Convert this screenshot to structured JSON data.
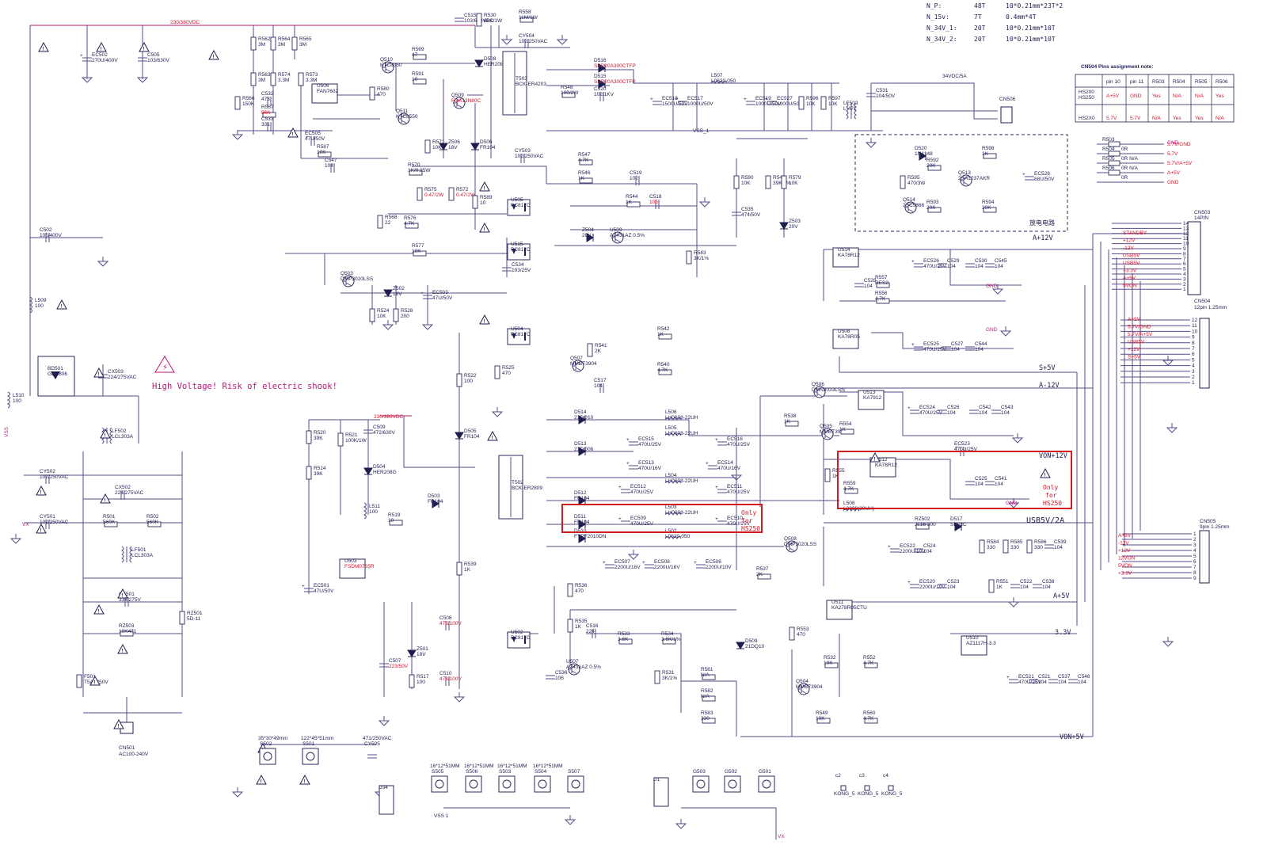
{
  "transformer_specs": [
    {
      "name": "N_P:",
      "turns": "48T",
      "wire": "10*0.21mm*23T*2"
    },
    {
      "name": "N_15v:",
      "turns": "7T",
      "wire": "0.4mm*4T"
    },
    {
      "name": "N_34V_1:",
      "turns": "20T",
      "wire": "10*0.21mm*10T"
    },
    {
      "name": "N_34V_2:",
      "turns": "20T",
      "wire": "10*0.21mm*10T"
    }
  ],
  "pin_note": {
    "title": "CN504 Pins assignment note:",
    "headers": [
      "",
      "pin 10",
      "pin 11",
      "R503",
      "R504",
      "R505",
      "R506"
    ],
    "rows": [
      [
        "HS200\nHS250",
        "A+5V",
        "GND",
        "Yes",
        "N/A",
        "N/A",
        "Yes"
      ],
      [
        "HS2X0",
        "5.7V",
        "5.7V",
        "N/A",
        "Yes",
        "Yes",
        "N/A"
      ]
    ]
  },
  "warning": "High Voltage! Risk of electric shook!",
  "red_notes": [
    "Only\nfor\nHS250",
    "Only\nfor\nHS250"
  ],
  "rails": {
    "hv": "230/380VDC",
    "hv2": "230/380VDC",
    "out34": "34VDC/5A",
    "a12": "A+12V",
    "s5": "S+5V",
    "am12": "A-12V",
    "von12": "VON+12V",
    "usb": "USB5V/2A",
    "a5": "A+5V",
    "v33": "3.3V",
    "von5": "VON+5V",
    "vss": "VSS_1",
    "discharge": "放电电路"
  },
  "connectors": {
    "cn503": {
      "name": "CN503",
      "sub": "14PIN",
      "pins": [
        "14",
        "13",
        "12",
        "11",
        "10",
        "9",
        "8",
        "7",
        "6",
        "5",
        "4",
        "3",
        "2",
        "1"
      ],
      "signals": [
        "STANDBY",
        "+12V",
        "-12V",
        "USB5V",
        "USB5V",
        "+3.3V",
        "A+5V",
        "5VON"
      ]
    },
    "cn504": {
      "name": "CN504",
      "sub": "12pin 1.25mm",
      "pins": [
        "12",
        "11",
        "10",
        "9",
        "8",
        "7",
        "6",
        "5",
        "4",
        "3",
        "2",
        "1"
      ],
      "signals": [
        "A+5V",
        "5.7V/GND",
        "5.7V/A+5V",
        "USB5V",
        "+12V",
        "S+5V"
      ]
    },
    "cn505": {
      "name": "CN505",
      "sub": "9pin 1.25mm",
      "pins": [
        "1",
        "2",
        "3",
        "4",
        "5",
        "6",
        "7",
        "8",
        "9"
      ],
      "signals": [
        "A+5V",
        "-12V",
        "+12V",
        "12VON",
        "5VON",
        "+3.3V"
      ]
    },
    "cn506": {
      "name": "CN506"
    },
    "cn501": {
      "name": "CN501",
      "sub": "AC100-240V"
    }
  },
  "option_resistors": [
    {
      "ref": "R503",
      "val": "0R",
      "net": "5.7V/GND"
    },
    {
      "ref": "R504",
      "val": "0R N/A",
      "net": "5.7V"
    },
    {
      "ref": "R505",
      "val": "0R N/A",
      "net": "5.7V/A+5V"
    },
    {
      "ref": "R506",
      "val": "0R",
      "net": "A+5V"
    },
    {
      "ref": "",
      "val": "",
      "net": "GND"
    }
  ],
  "components": [
    {
      "ref": "EC502",
      "val": "270U/400V"
    },
    {
      "ref": "C505",
      "val": "103/630V"
    },
    {
      "ref": "R562",
      "val": "3M"
    },
    {
      "ref": "R564",
      "val": "3M"
    },
    {
      "ref": "R565",
      "val": "3M"
    },
    {
      "ref": "R563",
      "val": "3M"
    },
    {
      "ref": "R574",
      "val": "3.3M"
    },
    {
      "ref": "R573",
      "val": "3.3M"
    },
    {
      "ref": "R566",
      "val": "150K"
    },
    {
      "ref": "U506",
      "val": "FAN7602"
    },
    {
      "ref": "R580",
      "val": "470"
    },
    {
      "ref": "Q510",
      "val": "KTC8050"
    },
    {
      "ref": "R569",
      "val": "47"
    },
    {
      "ref": "R591",
      "val": "10"
    },
    {
      "ref": "Q511",
      "val": "KTC8550"
    },
    {
      "ref": "C515",
      "val": "103/630VDC"
    },
    {
      "ref": "R530",
      "val": "68K/1W"
    },
    {
      "ref": "R558",
      "val": "11M/1W"
    },
    {
      "ref": "CY504",
      "val": "102/250VAC"
    },
    {
      "ref": "D508",
      "val": "HER208G"
    },
    {
      "ref": "Q509",
      "val": "FQA13N80C"
    },
    {
      "ref": "T503",
      "val": "BCK-ER4203"
    },
    {
      "ref": "D516",
      "val": "SBR20A300CTFP"
    },
    {
      "ref": "D515",
      "val": "SBR20A300CTFP"
    },
    {
      "ref": "R548",
      "val": "100/2W"
    },
    {
      "ref": "C520",
      "val": "102/1KV"
    },
    {
      "ref": "EC518",
      "val": "1500U/50V"
    },
    {
      "ref": "EC517",
      "val": "1000U/50V"
    },
    {
      "ref": "L507",
      "val": "L0620-050"
    },
    {
      "ref": "EC519",
      "val": "1000U/50V"
    },
    {
      "ref": "EC527",
      "val": "1000U/50V"
    },
    {
      "ref": "R596",
      "val": "10K"
    },
    {
      "ref": "R597",
      "val": "10K"
    },
    {
      "ref": "LF503",
      "val": "L-471"
    },
    {
      "ref": "C531",
      "val": "104/50V"
    },
    {
      "ref": "C532",
      "val": "473"
    },
    {
      "ref": "R567",
      "val": "56K"
    },
    {
      "ref": "C533",
      "val": "331"
    },
    {
      "ref": "EC505",
      "val": "47U/50V"
    },
    {
      "ref": "R587",
      "val": "10K"
    },
    {
      "ref": "C547",
      "val": "104"
    },
    {
      "ref": "R571",
      "val": "10K"
    },
    {
      "ref": "Z506",
      "val": "18V"
    },
    {
      "ref": "R570",
      "val": "1K/0.25W"
    },
    {
      "ref": "R575",
      "val": "0.47/2W"
    },
    {
      "ref": "R572",
      "val": "0.47/2W"
    },
    {
      "ref": "D506",
      "val": "FR104"
    },
    {
      "ref": "CY503",
      "val": "102/250VAC"
    },
    {
      "ref": "R547",
      "val": "4.7K"
    },
    {
      "ref": "R546",
      "val": "1K"
    },
    {
      "ref": "C519",
      "val": "102"
    },
    {
      "ref": "R544",
      "val": "1K"
    },
    {
      "ref": "C518",
      "val": "105"
    },
    {
      "ref": "U505",
      "val": "PC817C"
    },
    {
      "ref": "R589",
      "val": "10"
    },
    {
      "ref": "R576",
      "val": "4.7K"
    },
    {
      "ref": "Z504",
      "val": "20V"
    },
    {
      "ref": "U509",
      "val": "AZ431AZ 0.5%"
    },
    {
      "ref": "R543",
      "val": "3K/1%"
    },
    {
      "ref": "R590",
      "val": "10K"
    },
    {
      "ref": "R545",
      "val": "39K/1%"
    },
    {
      "ref": "R579",
      "val": "10K"
    },
    {
      "ref": "C535",
      "val": "474/50V"
    },
    {
      "ref": "Z503",
      "val": "20V"
    },
    {
      "ref": "D520",
      "val": "1N4148"
    },
    {
      "ref": "R598",
      "val": "1K"
    },
    {
      "ref": "R592",
      "val": "20K"
    },
    {
      "ref": "R595",
      "val": "470/3W"
    },
    {
      "ref": "Q513",
      "val": "2SA1037AKR"
    },
    {
      "ref": "EC528",
      "val": "68U/50V"
    },
    {
      "ref": "Q514",
      "val": "2SC5866"
    },
    {
      "ref": "R593",
      "val": "20K"
    },
    {
      "ref": "R594",
      "val": "20K"
    },
    {
      "ref": "C502",
      "val": "105/400V"
    },
    {
      "ref": "R568",
      "val": "22"
    },
    {
      "ref": "U515",
      "val": "PC817C"
    },
    {
      "ref": "R577",
      "val": "10K"
    },
    {
      "ref": "C534",
      "val": "103/25V"
    },
    {
      "ref": "U514",
      "val": "KA78R12"
    },
    {
      "ref": "Q503",
      "val": "DMP3020LSS"
    },
    {
      "ref": "Z502",
      "val": "18V"
    },
    {
      "ref": "EC503",
      "val": "47U/50V"
    },
    {
      "ref": "R524",
      "val": "10K"
    },
    {
      "ref": "R526",
      "val": "200"
    },
    {
      "ref": "C528",
      "val": "104"
    },
    {
      "ref": "R557",
      "val": "RES2"
    },
    {
      "ref": "EC526",
      "val": "470U/25V"
    },
    {
      "ref": "C529",
      "val": "104"
    },
    {
      "ref": "C530",
      "val": "104"
    },
    {
      "ref": "C545",
      "val": "104"
    },
    {
      "ref": "R556",
      "val": "4.7K"
    },
    {
      "ref": "L509",
      "val": "100"
    },
    {
      "ref": "U504",
      "val": "PC817C"
    },
    {
      "ref": "R542",
      "val": "1K"
    },
    {
      "ref": "R541",
      "val": "2K"
    },
    {
      "ref": "U508",
      "val": "KA78R05"
    },
    {
      "ref": "EC525",
      "val": "470U/25V"
    },
    {
      "ref": "C527",
      "val": "104"
    },
    {
      "ref": "C544",
      "val": "104"
    },
    {
      "ref": "R540",
      "val": "4.7K"
    },
    {
      "ref": "Q507",
      "val": "MMBT3904"
    },
    {
      "ref": "C517",
      "val": "104"
    },
    {
      "ref": "R525",
      "val": "470"
    },
    {
      "ref": "BD501",
      "val": "GBU806"
    },
    {
      "ref": "CX503",
      "val": "224/275VAC"
    },
    {
      "ref": "L510",
      "val": "100"
    },
    {
      "ref": "R522",
      "val": "100"
    },
    {
      "ref": "Q506",
      "val": "DMN3033LSN"
    },
    {
      "ref": "R538",
      "val": "1K"
    },
    {
      "ref": "Q505",
      "val": "MMBT3906"
    },
    {
      "ref": "R554",
      "val": "1K"
    },
    {
      "ref": "U513",
      "val": "KA7912"
    },
    {
      "ref": "EC524",
      "val": "470U/25V"
    },
    {
      "ref": "C526",
      "val": "104"
    },
    {
      "ref": "C542",
      "val": "104"
    },
    {
      "ref": "C543",
      "val": "104"
    },
    {
      "ref": "LF502",
      "val": "LCL303A"
    },
    {
      "ref": "R520",
      "val": "39K"
    },
    {
      "ref": "R521",
      "val": "100K/1W"
    },
    {
      "ref": "C509",
      "val": "472/630V"
    },
    {
      "ref": "D514",
      "val": "21DQ10"
    },
    {
      "ref": "L506",
      "val": "LH0608-22UH"
    },
    {
      "ref": "D505",
      "val": "FR104"
    },
    {
      "ref": "T502",
      "val": "BCK-ER2809"
    },
    {
      "ref": "D513",
      "val": "21DQ06"
    },
    {
      "ref": "EC515",
      "val": "470U/25V"
    },
    {
      "ref": "L505",
      "val": "LH0608-22UH"
    },
    {
      "ref": "EC516",
      "val": "470U/25V"
    },
    {
      "ref": "U512",
      "val": "KA78R12"
    },
    {
      "ref": "EC523",
      "val": "470U/25V"
    },
    {
      "ref": "R514",
      "val": "39K"
    },
    {
      "ref": "D504",
      "val": "HER208G"
    },
    {
      "ref": "EC513",
      "val": "470U/16V"
    },
    {
      "ref": "EC514",
      "val": "470U/16V"
    },
    {
      "ref": "R555",
      "val": "1K"
    },
    {
      "ref": "R559",
      "val": "4.7K"
    },
    {
      "ref": "C525",
      "val": "104"
    },
    {
      "ref": "C541",
      "val": "104"
    },
    {
      "ref": "CY502",
      "val": "102/250VAC"
    },
    {
      "ref": "CX502",
      "val": "224/275VAC"
    },
    {
      "ref": "L511",
      "val": "100"
    },
    {
      "ref": "D503",
      "val": "FR104"
    },
    {
      "ref": "D512",
      "val": "FR104"
    },
    {
      "ref": "EC512",
      "val": "470U/25V"
    },
    {
      "ref": "L504",
      "val": "LH0608-22UH"
    },
    {
      "ref": "EC511",
      "val": "470U/25V"
    },
    {
      "ref": "L508",
      "val": "L2000(20UH)"
    },
    {
      "ref": "R519",
      "val": "10"
    },
    {
      "ref": "D511",
      "val": "FR104"
    },
    {
      "ref": "L503",
      "val": "LH0608-22UH"
    },
    {
      "ref": "EC509",
      "val": "470U/25V"
    },
    {
      "ref": "EC510",
      "val": "470U/25V"
    },
    {
      "ref": "RZ502",
      "val": "JL16 300"
    },
    {
      "ref": "D517",
      "val": "SK53C"
    },
    {
      "ref": "CY501",
      "val": "102/250VAC"
    },
    {
      "ref": "R501",
      "val": "560K"
    },
    {
      "ref": "R502",
      "val": "560K"
    },
    {
      "ref": "D510",
      "val": "FYPF2010DN"
    },
    {
      "ref": "L502",
      "val": "L0620-050"
    },
    {
      "ref": "Q508",
      "val": "DMP3020LSS"
    },
    {
      "ref": "EC522",
      "val": "2200U/10V"
    },
    {
      "ref": "C524",
      "val": "104"
    },
    {
      "ref": "R584",
      "val": "330"
    },
    {
      "ref": "R585",
      "val": "330"
    },
    {
      "ref": "R586",
      "val": "330"
    },
    {
      "ref": "C539",
      "val": "104"
    },
    {
      "ref": "LF501",
      "val": "LCL303A"
    },
    {
      "ref": "U503",
      "val": "FSDM0765R"
    },
    {
      "ref": "R539",
      "val": "1K"
    },
    {
      "ref": "EC507",
      "val": "2200U/16V"
    },
    {
      "ref": "EC508",
      "val": "2200U/16V"
    },
    {
      "ref": "EC506",
      "val": "2200U/10V"
    },
    {
      "ref": "R537",
      "val": "2K"
    },
    {
      "ref": "EC501",
      "val": "47U/50V"
    },
    {
      "ref": "R536",
      "val": "470"
    },
    {
      "ref": "U511",
      "val": "KA278R05CTU"
    },
    {
      "ref": "EC520",
      "val": "2200U/10V"
    },
    {
      "ref": "C523",
      "val": "104"
    },
    {
      "ref": "R551",
      "val": "1K"
    },
    {
      "ref": "C522",
      "val": "104"
    },
    {
      "ref": "C538",
      "val": "104"
    },
    {
      "ref": "CX501",
      "val": "334/275V"
    },
    {
      "ref": "RZ501",
      "val": "5D-11"
    },
    {
      "ref": "C508",
      "val": "473/100V"
    },
    {
      "ref": "U502",
      "val": "PC817C"
    },
    {
      "ref": "R535",
      "val": "1K"
    },
    {
      "ref": "C516",
      "val": "224"
    },
    {
      "ref": "R533",
      "val": "3.6K"
    },
    {
      "ref": "R534",
      "val": "3.6K/1%"
    },
    {
      "ref": "U510",
      "val": "AZ1117H-3.3"
    },
    {
      "ref": "RZ503",
      "val": "10K471"
    },
    {
      "ref": "C507",
      "val": "223/50V"
    },
    {
      "ref": "Z501",
      "val": "18V"
    },
    {
      "ref": "U507",
      "val": "AZ431AZ 0.5%"
    },
    {
      "ref": "D509",
      "val": "21DQ10"
    },
    {
      "ref": "R553",
      "val": "470"
    },
    {
      "ref": "R532",
      "val": "10K"
    },
    {
      "ref": "R552",
      "val": "4.7K"
    },
    {
      "ref": "C536",
      "val": "106"
    },
    {
      "ref": "R531",
      "val": "3K/1%"
    },
    {
      "ref": "R581",
      "val": "N/A"
    },
    {
      "ref": "R517",
      "val": "100"
    },
    {
      "ref": "C510",
      "val": "473/100V"
    },
    {
      "ref": "Q504",
      "val": "MMBT3904"
    },
    {
      "ref": "EC521",
      "val": "470U/25V"
    },
    {
      "ref": "C521",
      "val": "104"
    },
    {
      "ref": "C537",
      "val": "104"
    },
    {
      "ref": "C548",
      "val": "104"
    },
    {
      "ref": "F501",
      "val": "T5AL250V"
    },
    {
      "ref": "R582",
      "val": "N/A"
    },
    {
      "ref": "R583",
      "val": "330"
    },
    {
      "ref": "R549",
      "val": "10K"
    },
    {
      "ref": "R560",
      "val": "4.7K"
    }
  ],
  "hardware": [
    {
      "ref": "S502",
      "val": "35*30*49mm"
    },
    {
      "ref": "S501",
      "val": "122*45*51mm"
    },
    {
      "ref": "CY505",
      "val": "471/250VAC"
    },
    {
      "ref": "D34",
      "val": ""
    },
    {
      "ref": "S505",
      "val": "16*12*51MM"
    },
    {
      "ref": "S506",
      "val": "16*12*51MM"
    },
    {
      "ref": "S503",
      "val": "16*12*51MM"
    },
    {
      "ref": "S504",
      "val": "16*12*51MM"
    },
    {
      "ref": "S507",
      "val": ""
    },
    {
      "ref": "D1",
      "val": ""
    },
    {
      "ref": "G503",
      "val": ""
    },
    {
      "ref": "G502",
      "val": ""
    },
    {
      "ref": "G501",
      "val": ""
    },
    {
      "ref": "c2",
      "val": "KONG_5"
    },
    {
      "ref": "c3",
      "val": "KONG_5"
    },
    {
      "ref": "c4",
      "val": "KONG_5"
    }
  ],
  "labels": {
    "gnd": "GND",
    "vss": "VSS",
    "vx": "VX",
    "vss1": "VSS 1"
  }
}
